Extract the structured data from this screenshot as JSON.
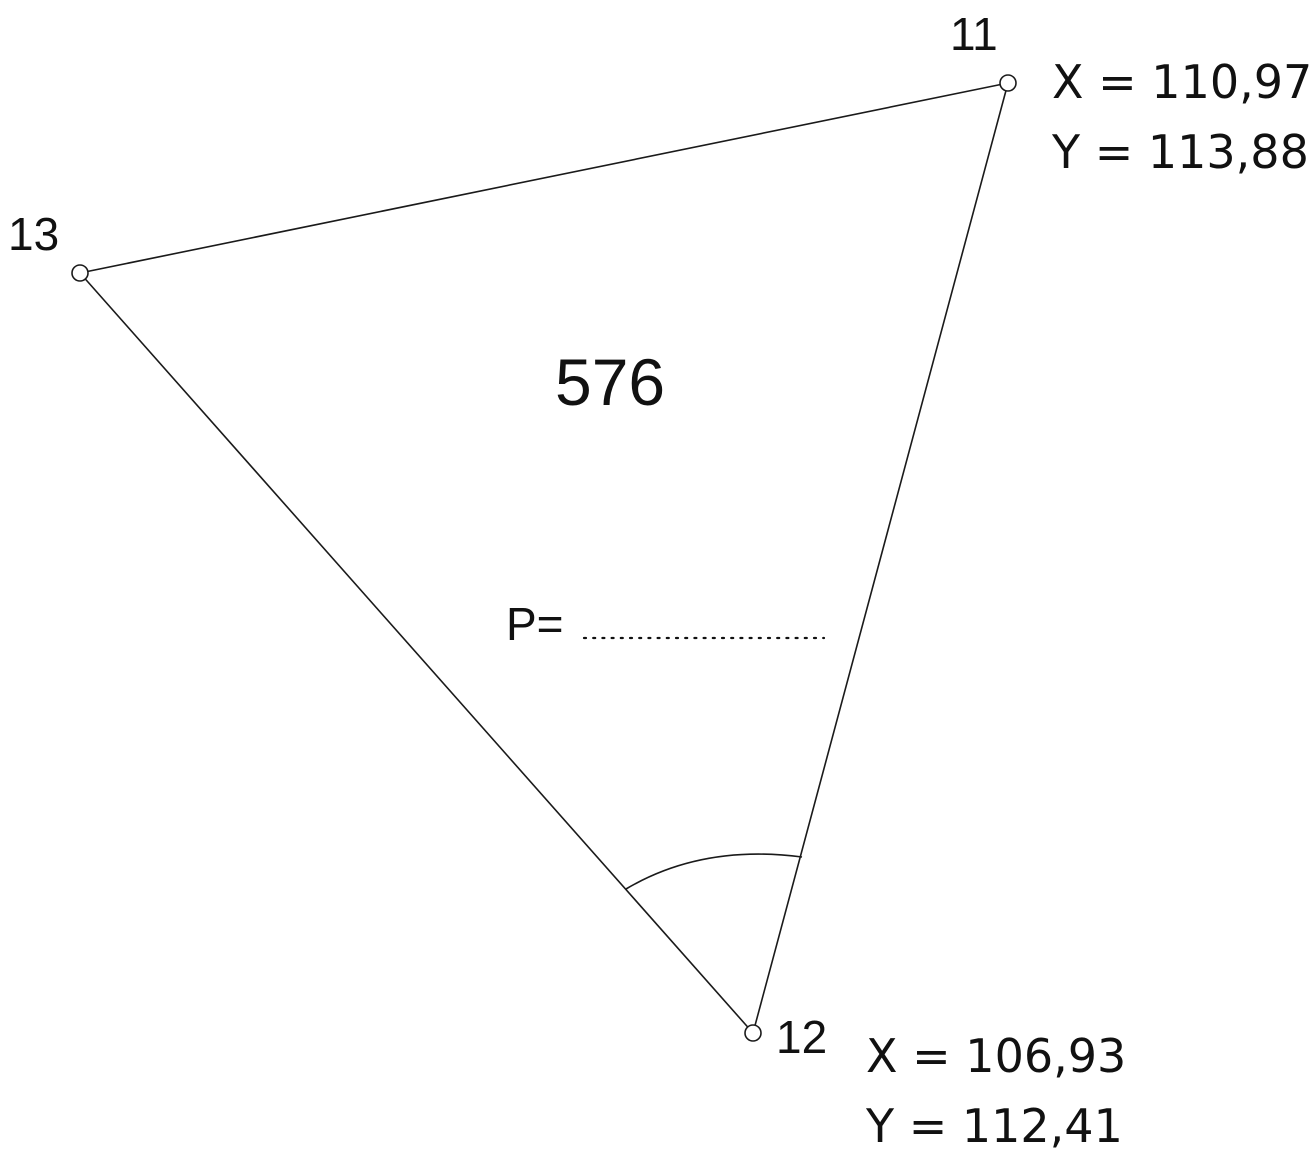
{
  "points": [
    {
      "id": "11",
      "label": "11",
      "x_label": "X = 110,97",
      "y_label": "Y = 113,88"
    },
    {
      "id": "12",
      "label": "12",
      "x_label": "X = 106,93",
      "y_label": "Y = 112,41"
    },
    {
      "id": "13",
      "label": "13"
    }
  ],
  "parcel": {
    "number": "576"
  },
  "area": {
    "label": "P="
  },
  "colors": {
    "line": "#1a1a1a",
    "text": "#111111",
    "background": "#ffffff"
  }
}
